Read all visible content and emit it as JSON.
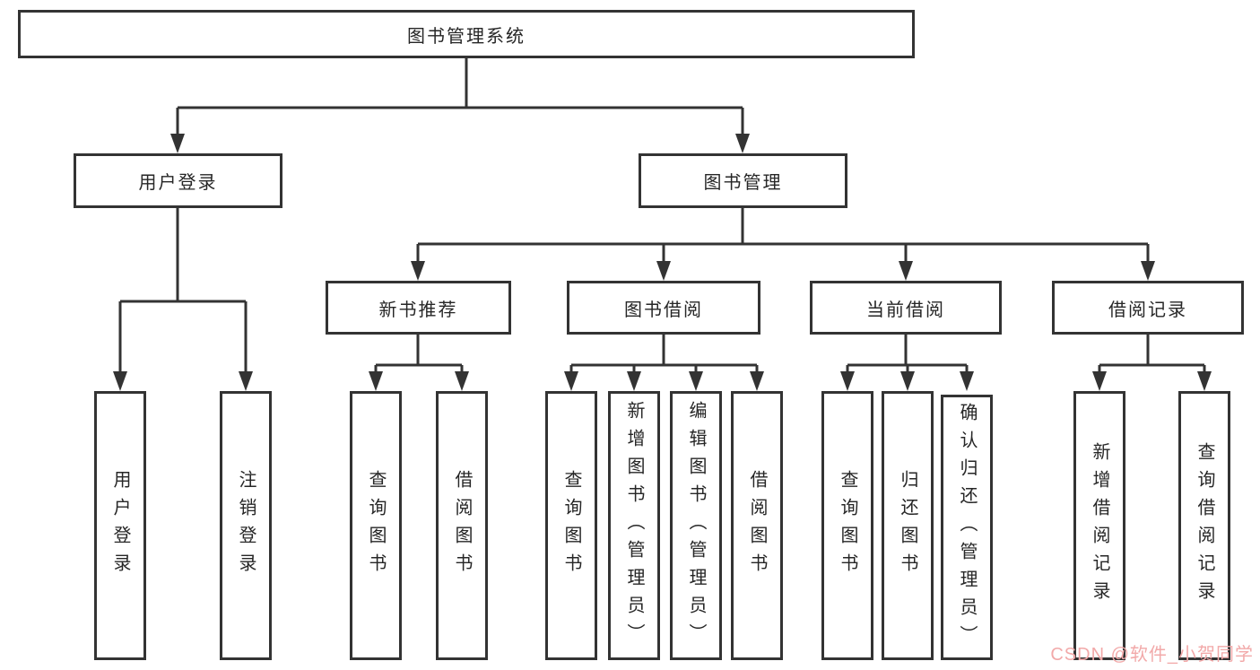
{
  "colors": {
    "line": "#333333",
    "box_border": "#333333",
    "text": "#262626",
    "background": "#ffffff",
    "watermark": "#f2a9a9"
  },
  "watermark": "CSDN @软件_小贺同学",
  "nodes": {
    "root": "图书管理系统",
    "user_login": "用户登录",
    "book_management": "图书管理",
    "new_book_recommend": "新书推荐",
    "book_borrowing": "图书借阅",
    "current_borrowing": "当前借阅",
    "borrowing_records": "借阅记录",
    "user_login_leaf": "用户登录",
    "logout_leaf": "注销登录",
    "query_books_recommend": "查询图书",
    "borrow_books_recommend": "借阅图书",
    "query_books_borrowing": "查询图书",
    "add_books_admin": "新增图书（管理员）",
    "edit_books_admin": "编辑图书（管理员）",
    "borrow_books_borrowing": "借阅图书",
    "query_books_current": "查询图书",
    "return_books": "归还图书",
    "confirm_return_admin": "确认归还（管理员）",
    "add_borrow_record": "新增借阅记录",
    "query_borrow_record": "查询借阅记录"
  }
}
